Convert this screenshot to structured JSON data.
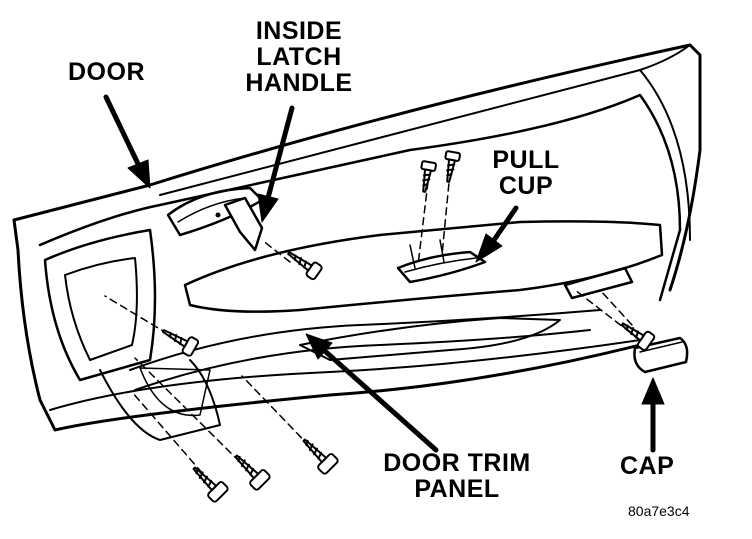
{
  "labels": {
    "door": "DOOR",
    "inside_latch_handle": [
      "INSIDE",
      "LATCH",
      "HANDLE"
    ],
    "pull_cup": [
      "PULL",
      "CUP"
    ],
    "door_trim_panel": [
      "DOOR TRIM",
      "PANEL"
    ],
    "cap": "CAP"
  },
  "figure_ref": "80a7e3c4",
  "colors": {
    "ink": "#000000",
    "paper": "#ffffff"
  }
}
